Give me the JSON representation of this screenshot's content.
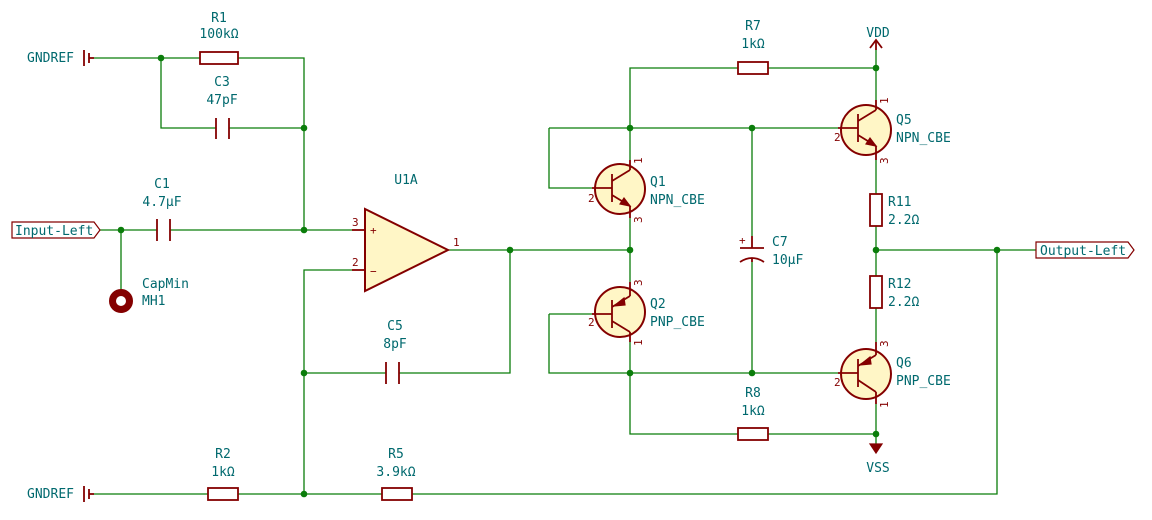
{
  "components": {
    "r1": {
      "ref": "R1",
      "value": "100kΩ"
    },
    "c3": {
      "ref": "C3",
      "value": "47pF"
    },
    "c1": {
      "ref": "C1",
      "value": "4.7µF"
    },
    "u1a": {
      "ref": "U1A",
      "pin_plus": "3",
      "pin_minus": "2",
      "pin_out": "1",
      "plus_sign": "+",
      "minus_sign": "−"
    },
    "c5": {
      "ref": "C5",
      "value": "8pF"
    },
    "r2": {
      "ref": "R2",
      "value": "1kΩ"
    },
    "r5": {
      "ref": "R5",
      "value": "3.9kΩ"
    },
    "mh1": {
      "ref": "MH1",
      "value": "CapMin"
    },
    "r7": {
      "ref": "R7",
      "value": "1kΩ"
    },
    "r8": {
      "ref": "R8",
      "value": "1kΩ"
    },
    "q1": {
      "ref": "Q1",
      "value": "NPN_CBE",
      "pin_b": "2",
      "pin_c": "1",
      "pin_e": "3"
    },
    "q2": {
      "ref": "Q2",
      "value": "PNP_CBE",
      "pin_b": "2",
      "pin_c": "1",
      "pin_e": "3"
    },
    "q5": {
      "ref": "Q5",
      "value": "NPN_CBE",
      "pin_b": "2",
      "pin_c": "1",
      "pin_e": "3"
    },
    "q6": {
      "ref": "Q6",
      "value": "PNP_CBE",
      "pin_b": "2",
      "pin_c": "1",
      "pin_e": "3"
    },
    "c7": {
      "ref": "C7",
      "value": "10µF",
      "plus_sign": "+"
    },
    "r11": {
      "ref": "R11",
      "value": "2.2Ω"
    },
    "r12": {
      "ref": "R12",
      "value": "2.2Ω"
    }
  },
  "labels": {
    "gndref_top": "GNDREF",
    "gndref_bottom": "GNDREF",
    "input": "Input-Left",
    "output": "Output-Left",
    "vdd": "VDD",
    "vss": "VSS"
  }
}
